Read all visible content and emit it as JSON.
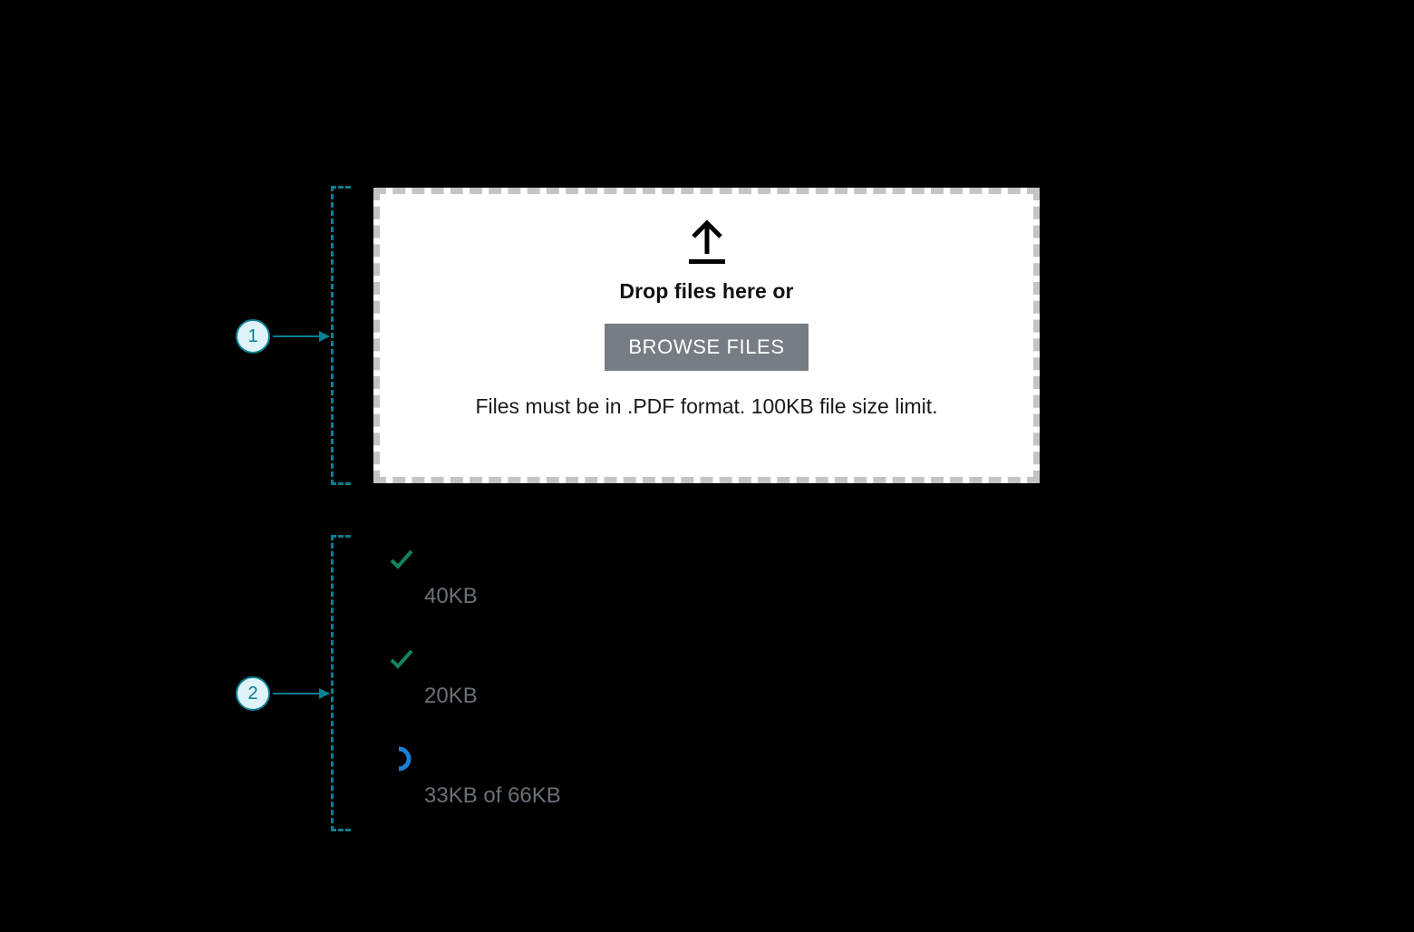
{
  "dropzone": {
    "upload_icon": "upload-arrow-icon",
    "headline": "Drop files here or",
    "browse_label": "BROWSE FILES",
    "hint": "Files must be in .PDF format. 100KB file size limit."
  },
  "file_list": {
    "items": [
      {
        "status_icon": "check-icon",
        "name": "",
        "size": "40KB"
      },
      {
        "status_icon": "check-icon",
        "name": "",
        "size": "20KB"
      },
      {
        "status_icon": "spinner-icon",
        "name": "",
        "size": "33KB of 66KB"
      }
    ]
  },
  "annotations": {
    "markers": [
      {
        "label": "1"
      },
      {
        "label": "2"
      }
    ]
  },
  "colors": {
    "annotation_teal": "#0a7f90",
    "annotation_fill": "#ddf3f7",
    "browse_button": "#777d84",
    "dropzone_border": "#c4c4c4",
    "success_green": "#13855e",
    "spinner_blue": "#1b7fd4",
    "size_text": "#6a7077",
    "background": "#000000"
  }
}
